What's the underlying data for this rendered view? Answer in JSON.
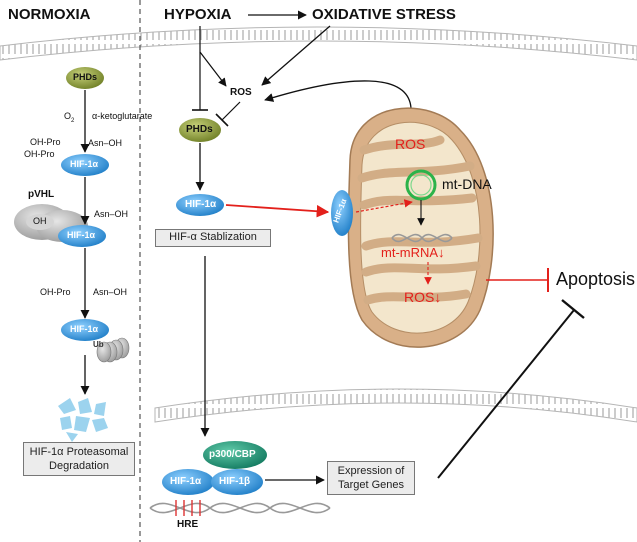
{
  "headers": {
    "normoxia": "NORMOXIA",
    "hypoxia": "HYPOXIA",
    "oxidative_stress": "OXIDATIVE STRESS"
  },
  "normoxia_panel": {
    "phds": "PHDs",
    "o2": "O",
    "o2_sub": "2",
    "ketoglutarate": "α-ketoglutarate",
    "oh_pro_1": "OH-Pro",
    "oh_pro_2": "OH-Pro",
    "asn_oh_1": "Asn–OH",
    "hif1a_1": "HIF-1α",
    "pvhl": "pVHL",
    "oh": "OH",
    "asn_oh_2": "Asn–OH",
    "hif1a_2": "HIF-1α",
    "oh_pro_3": "OH-Pro",
    "asn_oh_3": "Asn–OH",
    "hif1a_3": "HIF-1α",
    "ub": "Ub",
    "degradation_line1": "HIF-1α Proteasomal",
    "degradation_line2": "Degradation"
  },
  "hypoxia_panel": {
    "ros": "ROS",
    "phds": "PHDs",
    "hif1a": "HIF-1α",
    "stabilization": "HIF-α Stablization",
    "hif1a_mito": "HIF-1α",
    "mito_ros": "ROS",
    "mt_dna": "mt-DNA",
    "mt_mrna": "mt-mRNA↓",
    "ros_down": "ROS↓",
    "apoptosis": "Apoptosis",
    "p300": "p300/CBP",
    "hif1a_nuc": "HIF-1α",
    "hif1b_nuc": "HIF-1β",
    "hre": "HRE",
    "expression_line1": "Expression of",
    "expression_line2": "Target Genes"
  },
  "colors": {
    "phds_fill": "#8b9a3c",
    "hif_fill": "#2f8fd6",
    "p300_fill": "#1d8c72",
    "mito_fill": "#d9b088",
    "mito_inner": "#f3e6cc",
    "red_accent": "#e3201b",
    "membrane": "#c8c8c8"
  }
}
